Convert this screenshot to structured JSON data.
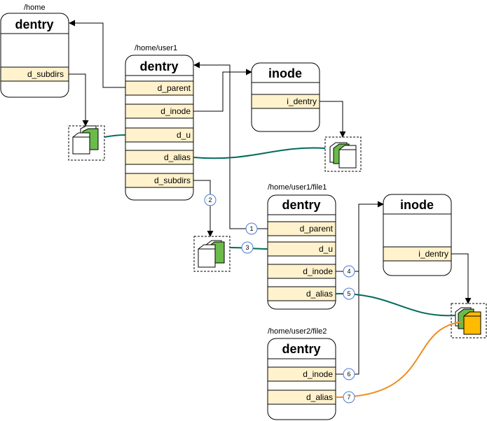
{
  "colors": {
    "field_fill": "#fff2cc",
    "green_line": "#006b5a",
    "orange_line": "#f08c1e",
    "badge_stroke": "#4a7bd0",
    "cube_green": "#6abb4a",
    "cube_orange": "#ffbb00"
  },
  "labels": {
    "home_path": "/home",
    "user1_path": "/home/user1",
    "file1_path": "/home/user1/file1",
    "file2_path": "/home/user2/file2"
  },
  "boxes": {
    "dentry_home": {
      "title": "dentry",
      "fields": {
        "d_subdirs": "d_subdirs"
      }
    },
    "dentry_user1": {
      "title": "dentry",
      "fields": {
        "d_parent": "d_parent",
        "d_inode": "d_inode",
        "d_u": "d_u",
        "d_alias": "d_alias",
        "d_subdirs": "d_subdirs"
      }
    },
    "inode_user1": {
      "title": "inode",
      "fields": {
        "i_dentry": "i_dentry"
      }
    },
    "dentry_file1": {
      "title": "dentry",
      "fields": {
        "d_parent": "d_parent",
        "d_u": "d_u",
        "d_inode": "d_inode",
        "d_alias": "d_alias"
      }
    },
    "inode_file": {
      "title": "inode",
      "fields": {
        "i_dentry": "i_dentry"
      }
    },
    "dentry_file2": {
      "title": "dentry",
      "fields": {
        "d_inode": "d_inode",
        "d_alias": "d_alias"
      }
    }
  },
  "badges": [
    "1",
    "2",
    "3",
    "4",
    "5",
    "6",
    "7"
  ]
}
